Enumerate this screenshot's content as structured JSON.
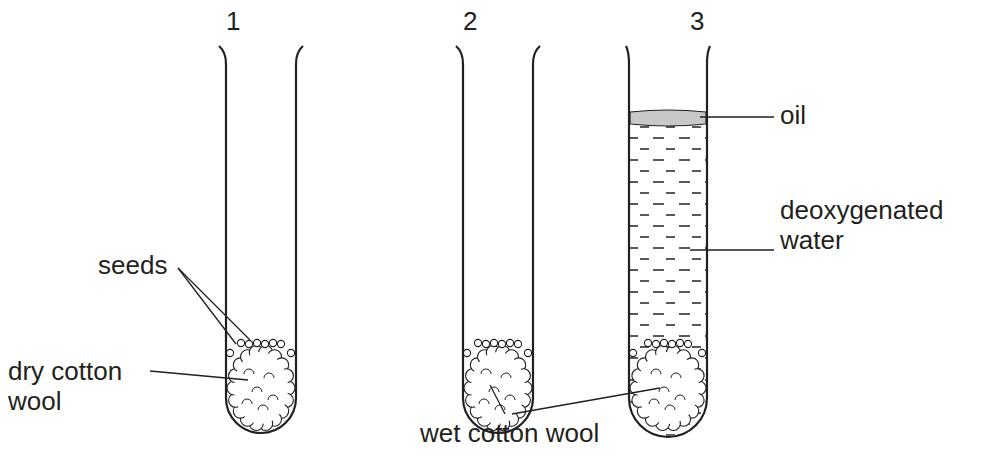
{
  "diagram": {
    "labels": [
      "1",
      "2",
      "3",
      "seeds",
      "dry cotton wool",
      "wet cotton wool",
      "oil",
      "deoxygenated water"
    ]
  }
}
